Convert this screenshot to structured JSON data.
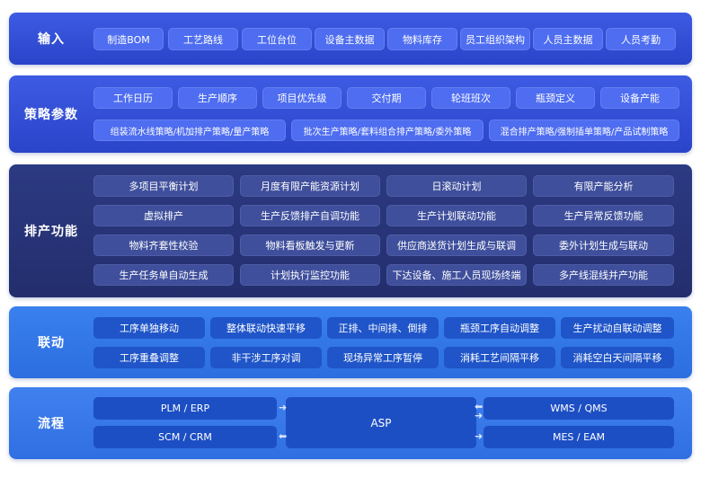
{
  "input": {
    "title": "输入",
    "items": [
      "制造BOM",
      "工艺路线",
      "工位台位",
      "设备主数据",
      "物料库存",
      "员工组织架构",
      "人员主数据",
      "人员考勤"
    ]
  },
  "policy": {
    "title": "策略参数",
    "row1": [
      "工作日历",
      "生产顺序",
      "项目优先级",
      "交付期",
      "轮班班次",
      "瓶颈定义",
      "设备产能"
    ],
    "row2": [
      "组装流水线策略/机加排产策略/量产策略",
      "批次生产策略/套料组合排产策略/委外策略",
      "混合排产策略/强制插单策略/产品试制策略"
    ]
  },
  "schedule": {
    "title": "排产功能",
    "rows": [
      [
        "多项目平衡计划",
        "月度有限产能资源计划",
        "日滚动计划",
        "有限产能分析"
      ],
      [
        "虚拟排产",
        "生产反馈排产自调功能",
        "生产计划联动功能",
        "生产异常反馈功能"
      ],
      [
        "物料齐套性校验",
        "物料看板触发与更新",
        "供应商送货计划生成与联调",
        "委外计划生成与联动"
      ],
      [
        "生产任务单自动生成",
        "计划执行监控功能",
        "下达设备、施工人员现场终端",
        "多产线混线并产功能"
      ]
    ]
  },
  "linkage": {
    "title": "联动",
    "rows": [
      [
        "工序单独移动",
        "整体联动快速平移",
        "正排、中间排、倒排",
        "瓶颈工序自动调整",
        "生产扰动自联动调整"
      ],
      [
        "工序重叠调整",
        "非干涉工序对调",
        "现场异常工序暂停",
        "消耗工艺间隔平移",
        "消耗空白天间隔平移"
      ]
    ]
  },
  "flow": {
    "title": "流程",
    "left": [
      "PLM / ERP",
      "SCM / CRM"
    ],
    "center": "ASP",
    "right": [
      "WMS / QMS",
      "MES / EAM"
    ]
  }
}
